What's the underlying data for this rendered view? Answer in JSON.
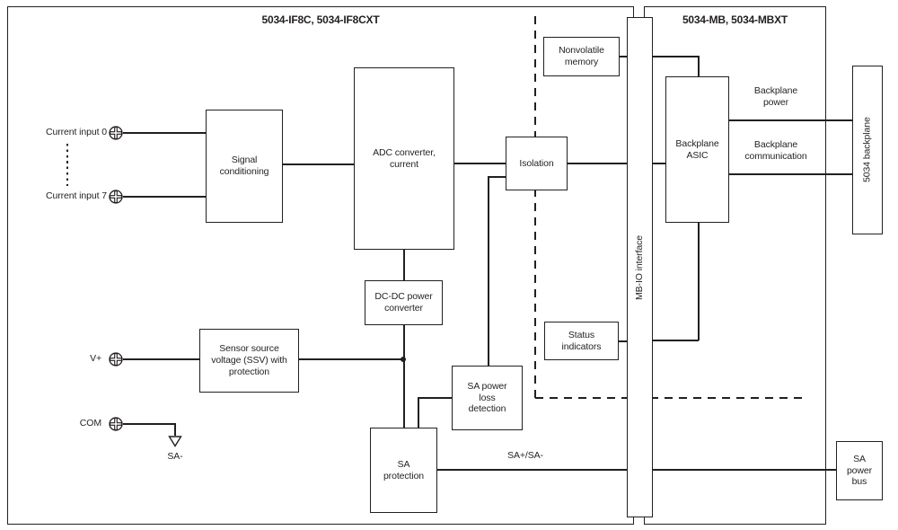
{
  "diagram": {
    "left_module": {
      "title": "5034-IF8C, 5034-IF8CXT"
    },
    "right_module": {
      "title": "5034-MB, 5034-MBXT"
    },
    "blocks": {
      "signal_conditioning": "Signal\nconditioning",
      "adc_converter": "ADC converter,\ncurrent",
      "isolation": "Isolation",
      "nonvolatile_memory": "Nonvolatile\nmemory",
      "mb_io_interface": "MB-IO interface",
      "backplane_asic": "Backplane\nASIC",
      "backplane_5034": "5034 backplane",
      "dc_dc_converter": "DC-DC power\nconverter",
      "sensor_source_voltage": "Sensor source\nvoltage (SSV) with\nprotection",
      "sa_power_loss_detection": "SA power\nloss\ndetection",
      "status_indicators": "Status\nindicators",
      "sa_protection": "SA\nprotection",
      "sa_power_bus": "SA\npower\nbus"
    },
    "terminals": {
      "current_input_0": "Current input 0",
      "current_input_7": "Current input 7",
      "v_plus": "V+",
      "com": "COM",
      "sa_minus": "SA-"
    },
    "wire_labels": {
      "backplane_power": "Backplane\npower",
      "backplane_communication": "Backplane\ncommunication",
      "sa_bus": "SA+/SA-"
    },
    "colors": {
      "line": "#231f20",
      "background": "#ffffff"
    }
  }
}
